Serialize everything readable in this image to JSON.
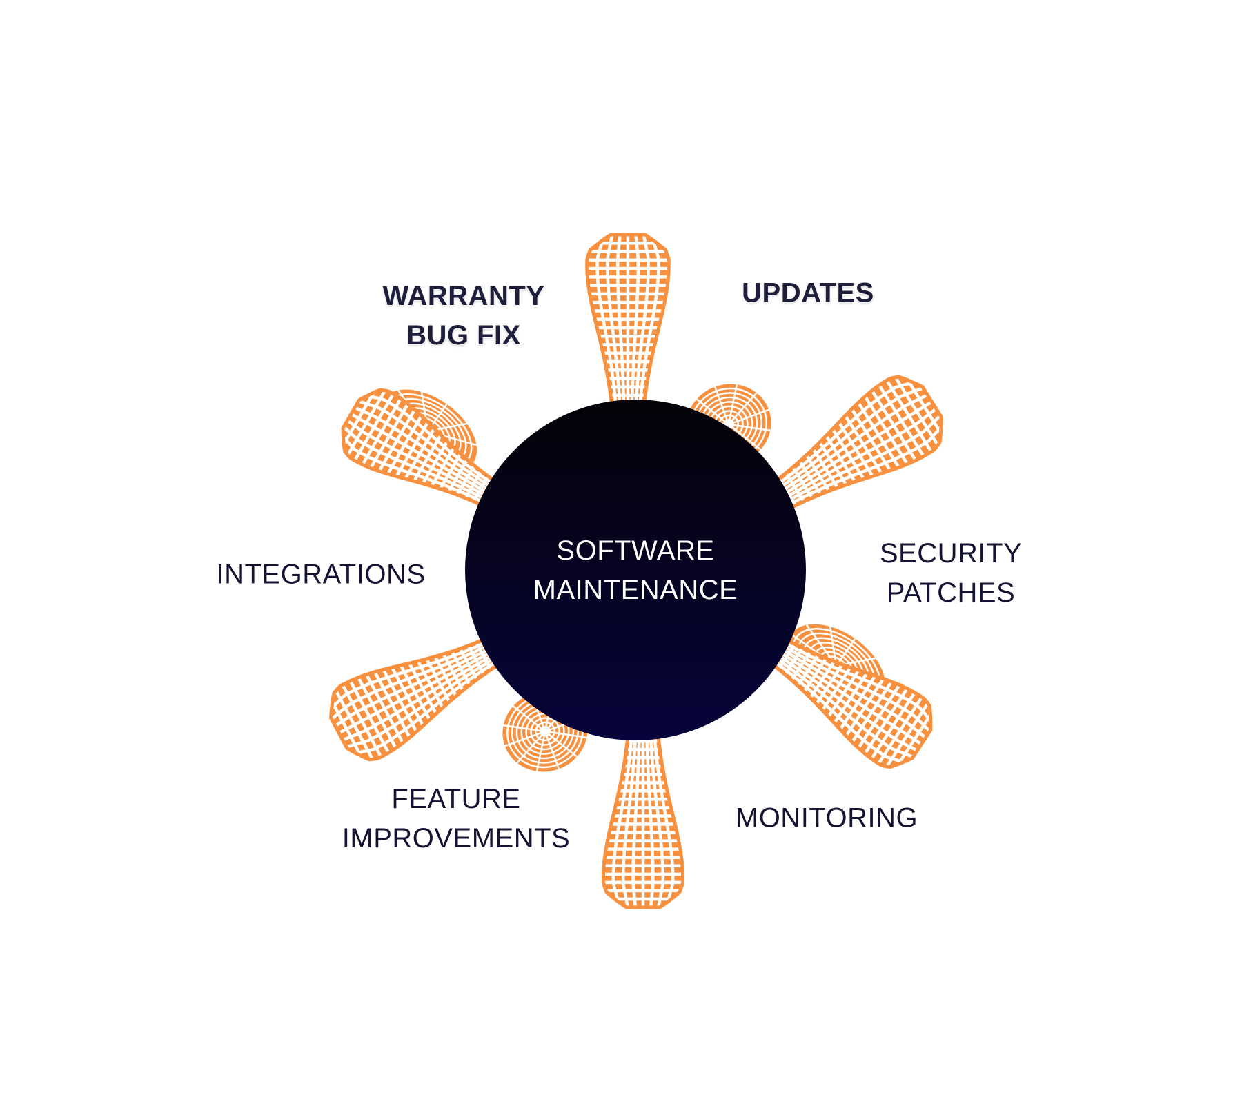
{
  "colors": {
    "background": "#ffffff",
    "petal_orange": "#f7913f",
    "hub_top": "#050308",
    "hub_bottom": "#06043a",
    "label_text": "#141432",
    "hub_text": "#ffffff"
  },
  "center": {
    "line1": "SOFTWARE",
    "line2": "MAINTENANCE"
  },
  "labels": {
    "warranty_line1": "WARRANTY",
    "warranty_line2": "BUG FIX",
    "updates": "UPDATES",
    "security_line1": "SECURITY",
    "security_line2": "PATCHES",
    "monitoring": "MONITORING",
    "feature_line1": "FEATURE",
    "feature_line2": "IMPROVEMENTS",
    "integrations": "INTEGRATIONS"
  },
  "decorations": {
    "petal_style": "orange wireframe mesh",
    "hub_icon": "dark-circle"
  }
}
